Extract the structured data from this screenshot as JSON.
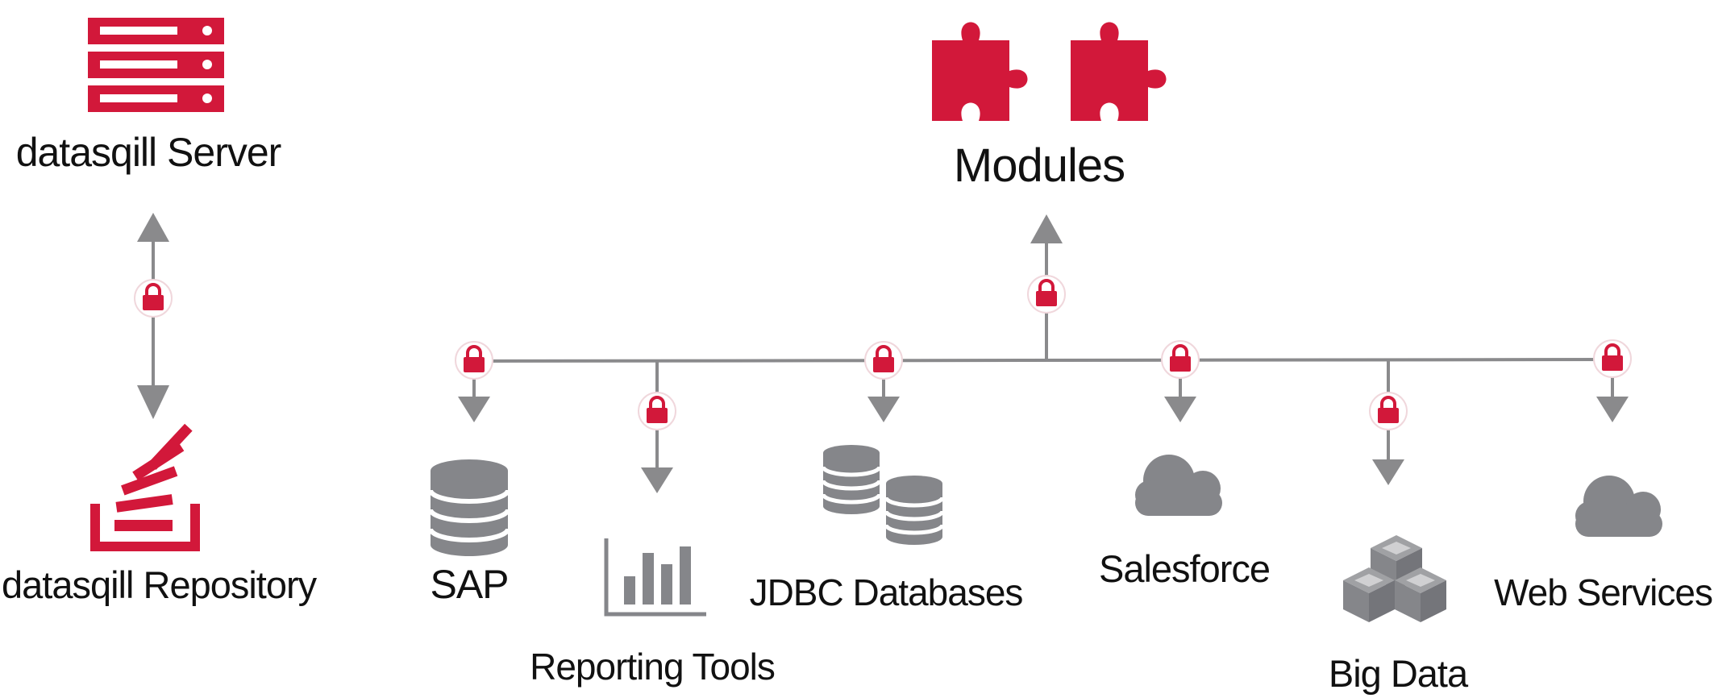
{
  "colors": {
    "accent": "#d2183a",
    "line": "#8a8a8c",
    "icon": "#85868a",
    "text": "#111111"
  },
  "nodes": {
    "server": {
      "label": "datasqill Server",
      "icon": "server-rack-icon"
    },
    "repository": {
      "label": "datasqill Repository",
      "icon": "stacked-repository-icon"
    },
    "modules": {
      "label": "Modules",
      "icon": "puzzle-piece-icon"
    },
    "sap": {
      "label": "SAP",
      "icon": "database-icon"
    },
    "reporting": {
      "label": "Reporting Tools",
      "icon": "bar-chart-icon"
    },
    "jdbc": {
      "label": "JDBC Databases",
      "icon": "databases-icon"
    },
    "salesforce": {
      "label": "Salesforce",
      "icon": "cloud-icon"
    },
    "bigdata": {
      "label": "Big Data",
      "icon": "cubes-icon"
    },
    "webservices": {
      "label": "Web Services",
      "icon": "cloud-icon"
    }
  },
  "connectors": {
    "lock_icon": "padlock-icon",
    "arrow_icon": "arrow-icon"
  }
}
